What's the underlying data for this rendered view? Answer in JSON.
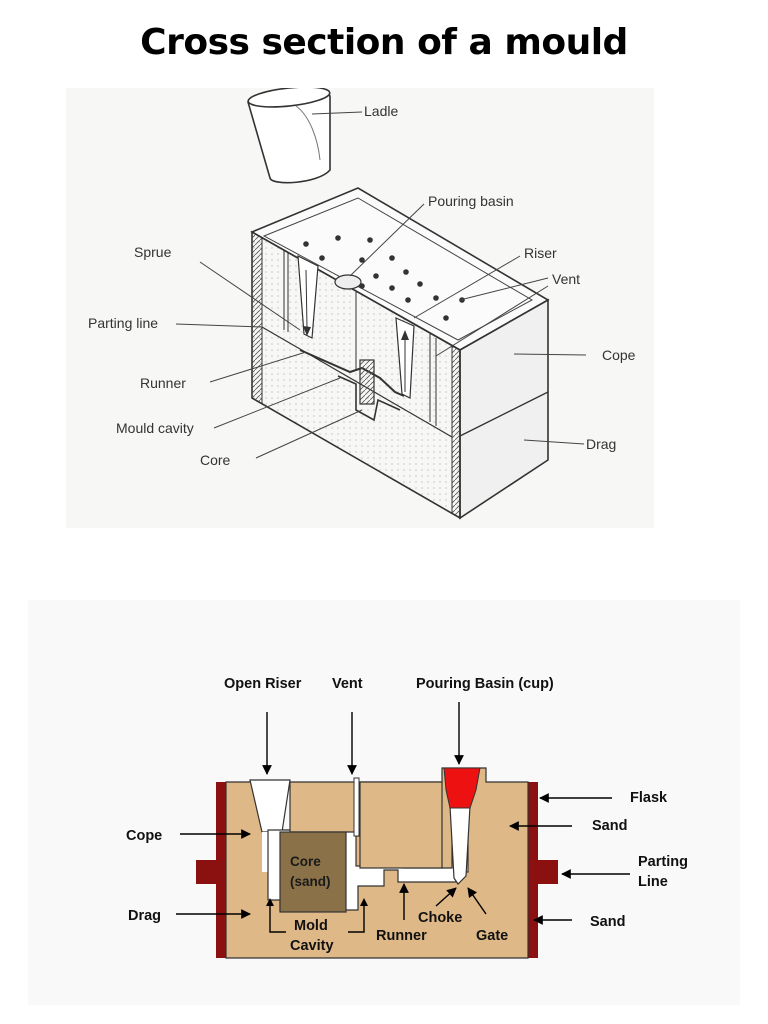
{
  "title": "Cross section of a mould",
  "iso": {
    "labels": {
      "ladle": "Ladle",
      "pouring_basin": "Pouring basin",
      "sprue": "Sprue",
      "riser": "Riser",
      "vent": "Vent",
      "parting_line": "Parting line",
      "cope": "Cope",
      "runner": "Runner",
      "mould_cavity": "Mould cavity",
      "drag": "Drag",
      "core": "Core"
    }
  },
  "section": {
    "labels": {
      "open_riser": "Open Riser",
      "vent": "Vent",
      "pouring_basin": "Pouring Basin (cup)",
      "flask": "Flask",
      "sand_top": "Sand",
      "cope": "Cope",
      "parting_line_1": "Parting",
      "parting_line_2": "Line",
      "core_1": "Core",
      "core_2": "(sand)",
      "drag": "Drag",
      "sand_bottom": "Sand",
      "mold_cavity_1": "Mold",
      "mold_cavity_2": "Cavity",
      "choke": "Choke",
      "runner": "Runner",
      "gate": "Gate"
    },
    "colors": {
      "sand": "#deb887",
      "flask": "#8b1010",
      "core": "#8b7148",
      "pouring_cup": "#ee1111"
    }
  }
}
